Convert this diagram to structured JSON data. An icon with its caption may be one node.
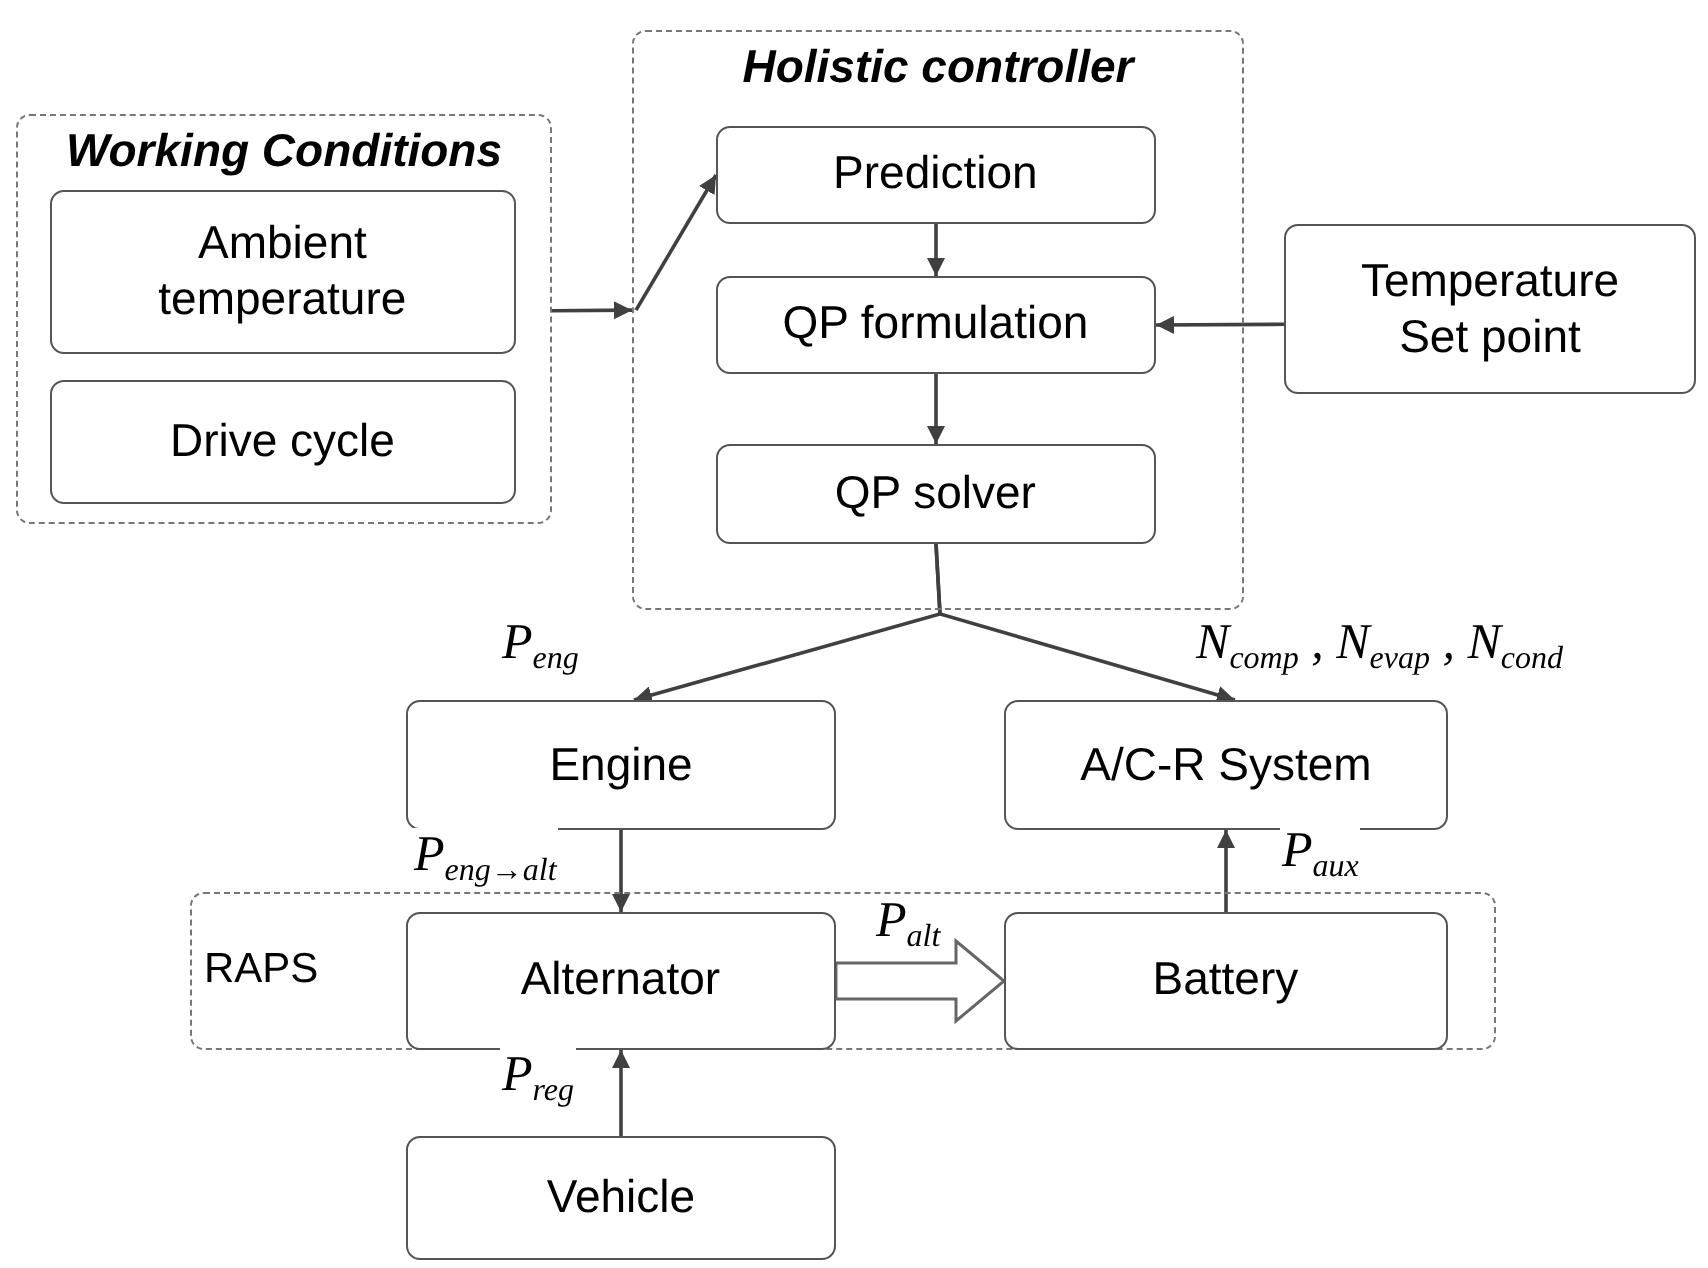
{
  "diagram": {
    "nodes": [
      {
        "text": [
          "Working Conditions"
        ]
      },
      {
        "text": [
          "Ambient temperature"
        ],
        "in": 0
      },
      {
        "text": [
          "Drive cycle"
        ],
        "in": 0
      },
      {
        "text": [
          "Holistic controller"
        ]
      },
      {
        "text": [
          "Prediction"
        ],
        "in": 3
      },
      {
        "text": [
          "QP formulation"
        ],
        "in": 3
      },
      {
        "text": [
          "QP solver"
        ],
        "in": 3
      },
      {
        "text": [
          "Temperature Set point"
        ]
      },
      {
        "text": [
          "Engine"
        ]
      },
      {
        "text": [
          "A/C-R System"
        ]
      },
      {
        "text": [
          "RAPS"
        ]
      },
      {
        "text": [
          "Alternator"
        ],
        "in": 10
      },
      {
        "text": [
          "Battery"
        ],
        "in": 10
      },
      {
        "text": [
          "Vehicle"
        ]
      }
    ],
    "edges": [
      {
        "from": 0,
        "to": 3,
        "arrow": "to"
      },
      {
        "from": 3,
        "to": 4,
        "arrow": "to"
      },
      {
        "from": 4,
        "to": 5,
        "arrow": "to"
      },
      {
        "from": 5,
        "to": 6,
        "arrow": "to"
      },
      {
        "from": 7,
        "to": 5,
        "arrow": "to"
      },
      {
        "from": 6,
        "to": 8,
        "arrow": "to",
        "label": "P$_{eng}$"
      },
      {
        "from": 6,
        "to": 9,
        "arrow": "to",
        "label": "N$_{comp}$ , N$_{evap}$ , N$_{cond}$"
      },
      {
        "from": 8,
        "to": 11,
        "arrow": "to",
        "label": "P$_{eng→alt}$"
      },
      {
        "from": 12,
        "to": 9,
        "arrow": "to",
        "label": "P$_{aux}$"
      },
      {
        "from": 11,
        "to": 12,
        "arrow": "to",
        "label": "P$_{alt}$",
        "style": "thick"
      },
      {
        "from": 13,
        "to": 11,
        "arrow": "to",
        "label": "P$_{reg}$"
      }
    ]
  }
}
